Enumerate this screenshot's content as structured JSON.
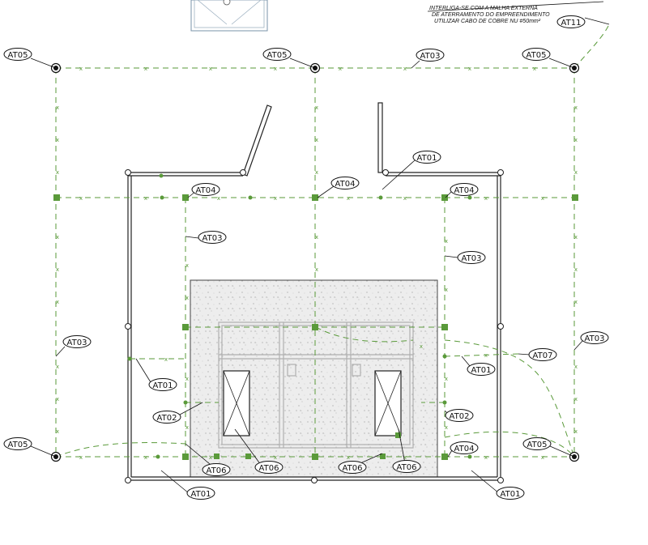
{
  "note": {
    "line1": "INTERLIGA-SE COM A MALHA EXTERNA",
    "line2": "DE ATERRAMENTO DO EMPREENDIMENTO",
    "line3": "UTILIZAR CABO DE COBRE NU #50mm²"
  },
  "labels": {
    "at05_tl": "AT05",
    "at05_tc": "AT05",
    "at03_top": "AT03",
    "at05_tr": "AT05",
    "at11": "AT11",
    "at01_door": "AT01",
    "at04_l": "AT04",
    "at04_c": "AT04",
    "at04_r": "AT04",
    "at03_inl": "AT03",
    "at03_inr": "AT03",
    "at03_left": "AT03",
    "at03_right": "AT03",
    "at07": "AT07",
    "at01_midl": "AT01",
    "at01_midr": "AT01",
    "at02_l": "AT02",
    "at02_r": "AT02",
    "at05_bl": "AT05",
    "at05_br": "AT05",
    "at04_br": "AT04",
    "at06_1": "AT06",
    "at06_2": "AT06",
    "at06_3": "AT06",
    "at06_4": "AT06",
    "at01_bl": "AT01",
    "at01_br": "AT01"
  },
  "colors": {
    "grid": "#5a9a3a",
    "line": "#222222",
    "concrete": "#ececec"
  }
}
